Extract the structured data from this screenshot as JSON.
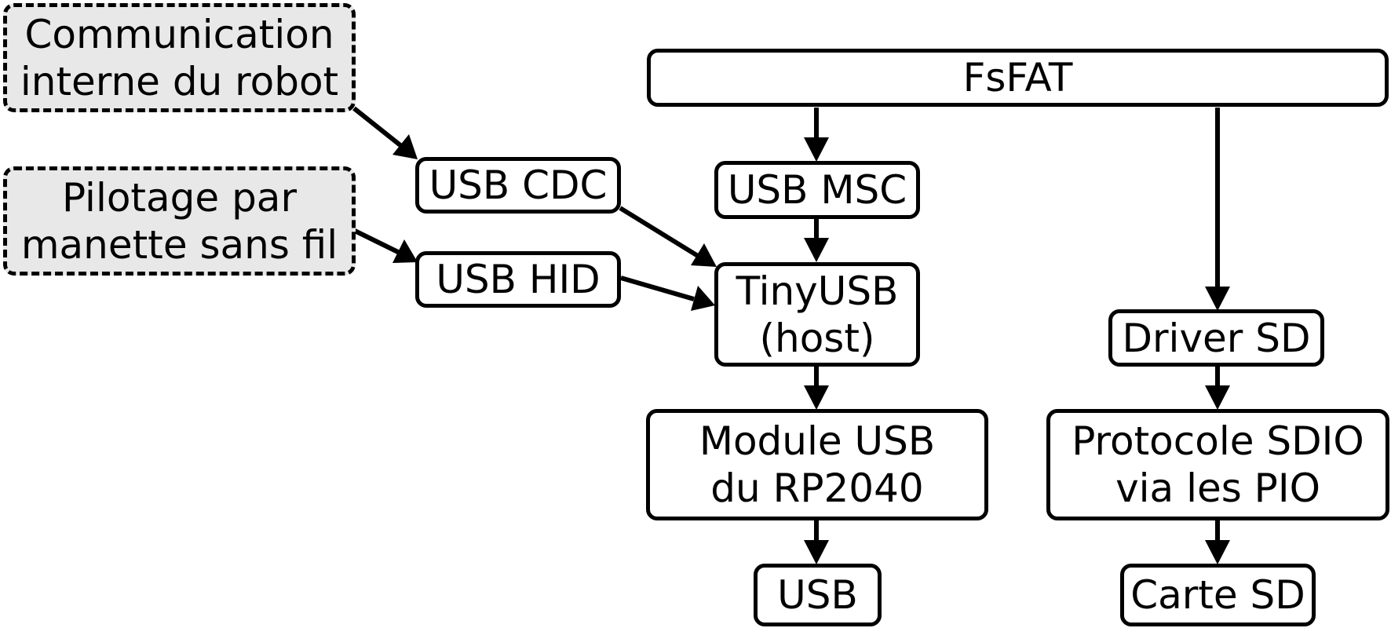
{
  "diagram": {
    "nodes": {
      "communication": {
        "lines": [
          "Communication",
          "interne du robot"
        ],
        "style": "external"
      },
      "pilotage": {
        "lines": [
          "Pilotage par",
          "manette sans fil"
        ],
        "style": "external"
      },
      "usb_cdc": {
        "lines": [
          "USB CDC"
        ]
      },
      "usb_hid": {
        "lines": [
          "USB HID"
        ]
      },
      "fsfat": {
        "lines": [
          "FsFAT"
        ]
      },
      "usb_msc": {
        "lines": [
          "USB MSC"
        ]
      },
      "tinyusb": {
        "lines": [
          "TinyUSB",
          "(host)"
        ]
      },
      "module_usb": {
        "lines": [
          "Module USB",
          "du RP2040"
        ]
      },
      "usb": {
        "lines": [
          "USB"
        ]
      },
      "driver_sd": {
        "lines": [
          "Driver SD"
        ]
      },
      "protocole_sdio": {
        "lines": [
          "Protocole SDIO",
          "via les PIO"
        ]
      },
      "carte_sd": {
        "lines": [
          "Carte SD"
        ]
      }
    },
    "edges": [
      {
        "from": "communication",
        "to": "usb_cdc"
      },
      {
        "from": "pilotage",
        "to": "usb_hid"
      },
      {
        "from": "usb_cdc",
        "to": "tinyusb"
      },
      {
        "from": "usb_hid",
        "to": "tinyusb"
      },
      {
        "from": "fsfat",
        "to": "usb_msc"
      },
      {
        "from": "fsfat",
        "to": "driver_sd"
      },
      {
        "from": "usb_msc",
        "to": "tinyusb"
      },
      {
        "from": "tinyusb",
        "to": "module_usb"
      },
      {
        "from": "module_usb",
        "to": "usb"
      },
      {
        "from": "driver_sd",
        "to": "protocole_sdio"
      },
      {
        "from": "protocole_sdio",
        "to": "carte_sd"
      }
    ]
  }
}
